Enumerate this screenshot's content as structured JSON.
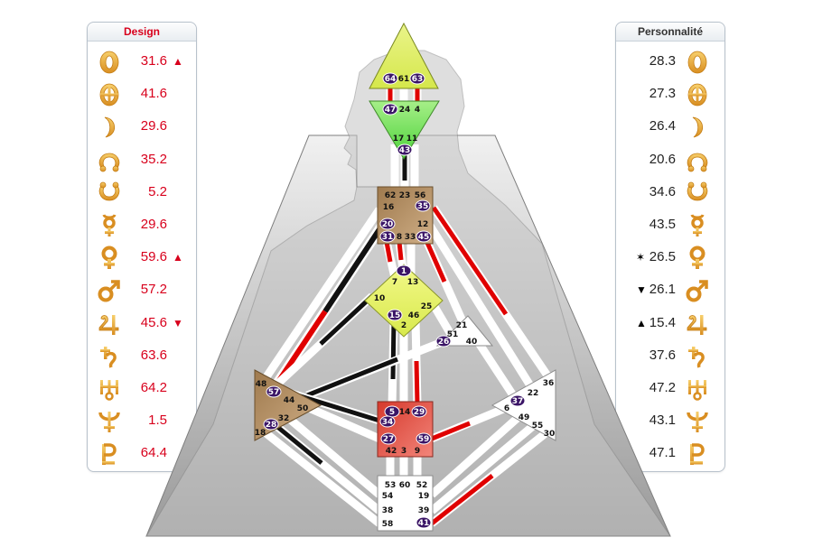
{
  "design": {
    "title": "Design",
    "rows": [
      {
        "planet": "sun",
        "symbol": "☉",
        "value": "31.6",
        "marker": "▲"
      },
      {
        "planet": "earth",
        "symbol": "⊕",
        "value": "41.6",
        "marker": ""
      },
      {
        "planet": "moon",
        "symbol": "☽",
        "value": "29.6",
        "marker": ""
      },
      {
        "planet": "north-node",
        "symbol": "☊",
        "value": "35.2",
        "marker": ""
      },
      {
        "planet": "south-node",
        "symbol": "☋",
        "value": "5.2",
        "marker": ""
      },
      {
        "planet": "mercury",
        "symbol": "☿",
        "value": "29.6",
        "marker": ""
      },
      {
        "planet": "venus",
        "symbol": "♀",
        "value": "59.6",
        "marker": "▲"
      },
      {
        "planet": "mars",
        "symbol": "♂",
        "value": "57.2",
        "marker": ""
      },
      {
        "planet": "jupiter",
        "symbol": "♃",
        "value": "45.6",
        "marker": "▼"
      },
      {
        "planet": "saturn",
        "symbol": "♄",
        "value": "63.6",
        "marker": ""
      },
      {
        "planet": "uranus",
        "symbol": "♅",
        "value": "64.2",
        "marker": ""
      },
      {
        "planet": "neptune",
        "symbol": "♆",
        "value": "1.5",
        "marker": ""
      },
      {
        "planet": "pluto",
        "symbol": "♇",
        "value": "64.4",
        "marker": ""
      }
    ]
  },
  "personality": {
    "title": "Personnalité",
    "rows": [
      {
        "planet": "sun",
        "symbol": "☉",
        "value": "28.3",
        "marker": ""
      },
      {
        "planet": "earth",
        "symbol": "⊕",
        "value": "27.3",
        "marker": ""
      },
      {
        "planet": "moon",
        "symbol": "☽",
        "value": "26.4",
        "marker": ""
      },
      {
        "planet": "north-node",
        "symbol": "☊",
        "value": "20.6",
        "marker": ""
      },
      {
        "planet": "south-node",
        "symbol": "☋",
        "value": "34.6",
        "marker": ""
      },
      {
        "planet": "mercury",
        "symbol": "☿",
        "value": "43.5",
        "marker": ""
      },
      {
        "planet": "venus",
        "symbol": "♀",
        "value": "26.5",
        "marker": "✶"
      },
      {
        "planet": "mars",
        "symbol": "♂",
        "value": "26.1",
        "marker": "▼"
      },
      {
        "planet": "jupiter",
        "symbol": "♃",
        "value": "15.4",
        "marker": "▲"
      },
      {
        "planet": "saturn",
        "symbol": "♄",
        "value": "37.6",
        "marker": ""
      },
      {
        "planet": "uranus",
        "symbol": "♅",
        "value": "47.2",
        "marker": ""
      },
      {
        "planet": "neptune",
        "symbol": "♆",
        "value": "43.1",
        "marker": ""
      },
      {
        "planet": "pluto",
        "symbol": "♇",
        "value": "47.1",
        "marker": ""
      }
    ]
  },
  "colors": {
    "design_red": "#d8001c",
    "glyph_gold": "#e8a93a",
    "gate_circle": "#3a1466",
    "channel_red": "#e00000",
    "channel_black": "#111111",
    "head": "#e6f267",
    "ajna": "#72e25a",
    "throat": "#b88f5c",
    "g_center": "#e6f267",
    "spleen": "#b88f5c",
    "sacral": "#e84a3c",
    "undefined_center": "#ffffff",
    "body_gray": "#a4a4a4"
  },
  "bodygraph": {
    "gates": [
      {
        "center": "head",
        "gate": "64",
        "active": true
      },
      {
        "center": "head",
        "gate": "61",
        "active": false
      },
      {
        "center": "head",
        "gate": "63",
        "active": true
      },
      {
        "center": "ajna",
        "gate": "47",
        "active": true
      },
      {
        "center": "ajna",
        "gate": "24",
        "active": false
      },
      {
        "center": "ajna",
        "gate": "4",
        "active": false
      },
      {
        "center": "ajna",
        "gate": "17",
        "active": false
      },
      {
        "center": "ajna",
        "gate": "11",
        "active": false
      },
      {
        "center": "ajna",
        "gate": "43",
        "active": true
      },
      {
        "center": "throat",
        "gate": "62",
        "active": false
      },
      {
        "center": "throat",
        "gate": "23",
        "active": false
      },
      {
        "center": "throat",
        "gate": "56",
        "active": false
      },
      {
        "center": "throat",
        "gate": "16",
        "active": false
      },
      {
        "center": "throat",
        "gate": "35",
        "active": true
      },
      {
        "center": "throat",
        "gate": "12",
        "active": false
      },
      {
        "center": "throat",
        "gate": "20",
        "active": true
      },
      {
        "center": "throat",
        "gate": "31",
        "active": true
      },
      {
        "center": "throat",
        "gate": "8",
        "active": false
      },
      {
        "center": "throat",
        "gate": "33",
        "active": false
      },
      {
        "center": "throat",
        "gate": "45",
        "active": true
      },
      {
        "center": "g",
        "gate": "1",
        "active": true
      },
      {
        "center": "g",
        "gate": "7",
        "active": false
      },
      {
        "center": "g",
        "gate": "13",
        "active": false
      },
      {
        "center": "g",
        "gate": "10",
        "active": false
      },
      {
        "center": "g",
        "gate": "25",
        "active": false
      },
      {
        "center": "g",
        "gate": "15",
        "active": true
      },
      {
        "center": "g",
        "gate": "46",
        "active": false
      },
      {
        "center": "g",
        "gate": "2",
        "active": false
      },
      {
        "center": "heart",
        "gate": "21",
        "active": false
      },
      {
        "center": "heart",
        "gate": "51",
        "active": false
      },
      {
        "center": "heart",
        "gate": "26",
        "active": true
      },
      {
        "center": "heart",
        "gate": "40",
        "active": false
      },
      {
        "center": "spleen",
        "gate": "48",
        "active": false
      },
      {
        "center": "spleen",
        "gate": "57",
        "active": true
      },
      {
        "center": "spleen",
        "gate": "44",
        "active": false
      },
      {
        "center": "spleen",
        "gate": "50",
        "active": false
      },
      {
        "center": "spleen",
        "gate": "32",
        "active": false
      },
      {
        "center": "spleen",
        "gate": "28",
        "active": true
      },
      {
        "center": "spleen",
        "gate": "18",
        "active": false
      },
      {
        "center": "sacral",
        "gate": "5",
        "active": true
      },
      {
        "center": "sacral",
        "gate": "14",
        "active": false
      },
      {
        "center": "sacral",
        "gate": "29",
        "active": true
      },
      {
        "center": "sacral",
        "gate": "34",
        "active": true
      },
      {
        "center": "sacral",
        "gate": "27",
        "active": true
      },
      {
        "center": "sacral",
        "gate": "59",
        "active": true
      },
      {
        "center": "sacral",
        "gate": "42",
        "active": false
      },
      {
        "center": "sacral",
        "gate": "3",
        "active": false
      },
      {
        "center": "sacral",
        "gate": "9",
        "active": false
      },
      {
        "center": "solar-plexus",
        "gate": "36",
        "active": false
      },
      {
        "center": "solar-plexus",
        "gate": "37",
        "active": true
      },
      {
        "center": "solar-plexus",
        "gate": "22",
        "active": false
      },
      {
        "center": "solar-plexus",
        "gate": "6",
        "active": false
      },
      {
        "center": "solar-plexus",
        "gate": "49",
        "active": false
      },
      {
        "center": "solar-plexus",
        "gate": "55",
        "active": false
      },
      {
        "center": "solar-plexus",
        "gate": "30",
        "active": false
      },
      {
        "center": "root",
        "gate": "53",
        "active": false
      },
      {
        "center": "root",
        "gate": "60",
        "active": false
      },
      {
        "center": "root",
        "gate": "52",
        "active": false
      },
      {
        "center": "root",
        "gate": "54",
        "active": false
      },
      {
        "center": "root",
        "gate": "19",
        "active": false
      },
      {
        "center": "root",
        "gate": "38",
        "active": false
      },
      {
        "center": "root",
        "gate": "39",
        "active": false
      },
      {
        "center": "root",
        "gate": "58",
        "active": false
      },
      {
        "center": "root",
        "gate": "41",
        "active": true
      }
    ]
  }
}
